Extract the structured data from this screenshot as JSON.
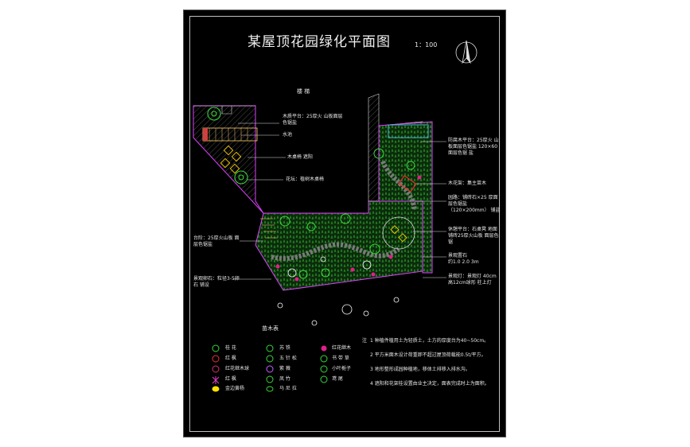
{
  "drawing": {
    "title": "某屋顶花园绿化平面图",
    "scale": "1：100",
    "north_label": "N"
  },
  "labels": {
    "top_wall": "楼   梯",
    "deck_platform": "木质平台：25厚火 山板面层色锯盐",
    "pool": "水池",
    "table_set": "木桌椅 遮阳",
    "planter": "花坛：植树木桌椅",
    "right_platform": "防腐木平台：25厚火 山板面层色锯盐 120×60面层色锯 盐",
    "pergola": "木花架：集主苗木",
    "paving": "园路：铺砖石×25 厚面层色锯盐（120×200mm） 铺盐",
    "seating_area": "休憩平台：石桌凳 地面铺砖25厚火山板 面层色锯",
    "lawn_stone": "景观置石",
    "lawn_stone_size": "约1.0 2.0 3m",
    "light": "景观灯：景观灯 40cm高12cm球形 柱上灯",
    "step_platform": "台阶：25厚火山板 面层色锯盐",
    "gravel_strip": "景观卵石：粒径3-5卵石 铺设"
  },
  "legend": {
    "title": "苗木表",
    "items": [
      {
        "name": "桂  花",
        "color": "#39d639",
        "icon": "tree-round-icon"
      },
      {
        "name": "红  枫",
        "color": "#e83030",
        "icon": "maple-icon"
      },
      {
        "name": "红花继木球",
        "color": "#d0306a",
        "icon": "shrub-ball-icon"
      },
      {
        "name": "红  枫",
        "color": "#e040c0",
        "icon": "star-leaf-icon"
      },
      {
        "name": "金边黄杨",
        "color": "#ffe000",
        "icon": "hedge-icon"
      },
      {
        "name": "苏  铁",
        "color": "#39d639",
        "icon": "cycad-icon"
      },
      {
        "name": "五 针 松",
        "color": "#39d639",
        "icon": "pine-icon"
      },
      {
        "name": "紫  薇",
        "color": "#c060ff",
        "icon": "flower-tree-icon"
      },
      {
        "name": "凤  竹",
        "color": "#39d639",
        "icon": "bamboo-icon"
      },
      {
        "name": "马 尼 拉",
        "color": "#39d639",
        "icon": "grass-icon"
      },
      {
        "name": "红花继木",
        "color": "#e0208a",
        "icon": "shrub-icon"
      },
      {
        "name": "书 带 草",
        "color": "#39d639",
        "icon": "grass-tuft-icon"
      },
      {
        "name": "小叶栀子",
        "color": "#39d639",
        "icon": "gardenia-icon"
      },
      {
        "name": "鸢  尾",
        "color": "#39d639",
        "icon": "iris-icon"
      }
    ]
  },
  "notes": {
    "heading": "注",
    "items": [
      "1 种植件植用土为轻质土，土方的厚度台为40~50cm。",
      "2 平方米面木设计荷重即不超过屋顶荷载能0.5t/平方。",
      "3 地形整形成园种植地，移体土排移入排水沟。",
      "4 遮阳和花架桂设置由业主决定，面表完成时上为面积。"
    ]
  },
  "colors": {
    "wall": "#e040ff",
    "grass": "#2f9a2f",
    "tree": "#39d639",
    "path": "#9a9a9a",
    "hatch": "#8a8a8a",
    "text": "#e6e6e6"
  }
}
